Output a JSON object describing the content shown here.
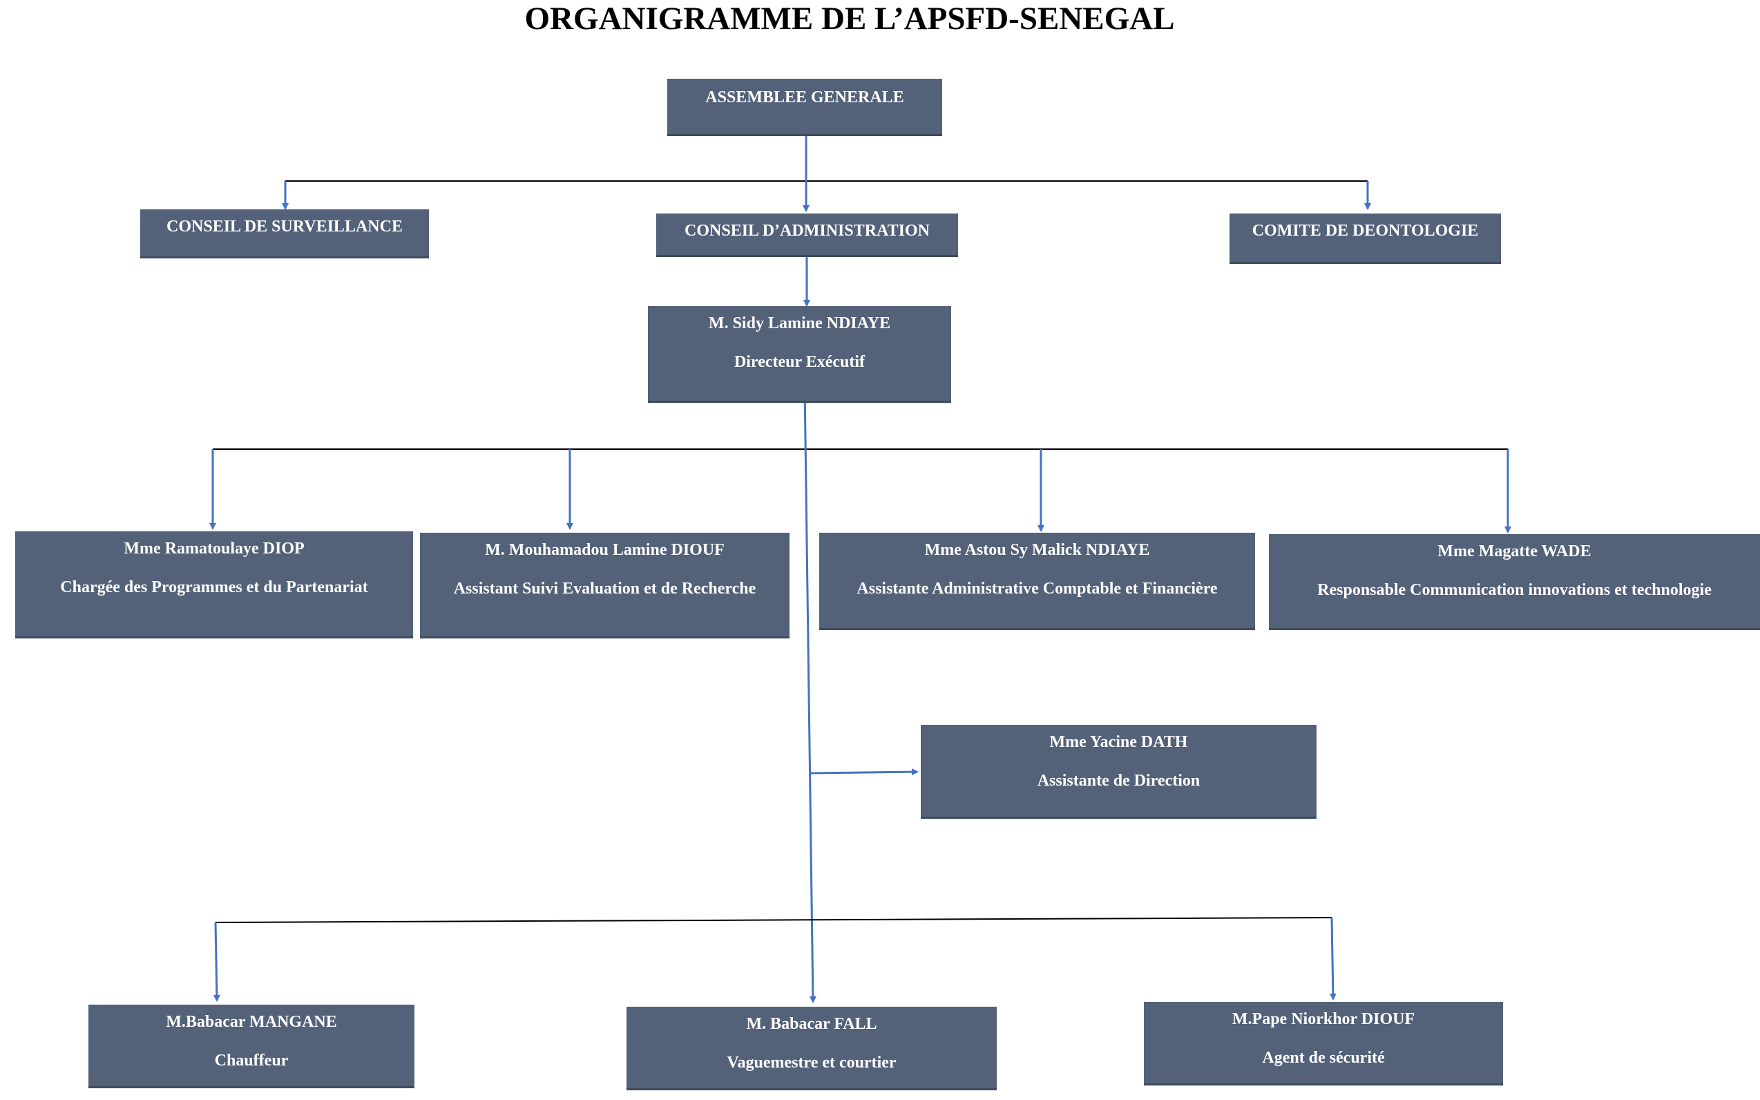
{
  "title": "ORGANIGRAMME DE L’APSFD-SENEGAL",
  "colors": {
    "box_fill": "#536179",
    "box_text": "#ffffff",
    "arrow": "#4472c4",
    "line": "#000000"
  },
  "nodes": {
    "assemblee": {
      "line1": "ASSEMBLEE GENERALE"
    },
    "surveillance": {
      "line1": "CONSEIL DE SURVEILLANCE"
    },
    "administration": {
      "line1": "CONSEIL D’ADMINISTRATION"
    },
    "deontologie": {
      "line1": "COMITE DE DEONTOLOGIE"
    },
    "directeur": {
      "line1": "M. Sidy Lamine NDIAYE",
      "line2": "Directeur Exécutif"
    },
    "diop": {
      "line1": "Mme Ramatoulaye DIOP",
      "line2": "Chargée des Programmes et du Partenariat"
    },
    "diouf_ml": {
      "line1": "M. Mouhamadou Lamine DIOUF",
      "line2": "Assistant Suivi Evaluation et de Recherche"
    },
    "ndiaye_a": {
      "line1": "Mme Astou Sy Malick NDIAYE",
      "line2": "Assistante Administrative Comptable et Financière"
    },
    "wade": {
      "line1": "Mme Magatte WADE",
      "line2": "Responsable Communication innovations et technologie"
    },
    "dath": {
      "line1": "Mme Yacine DATH",
      "line2": "Assistante de Direction"
    },
    "mangane": {
      "line1": "M.Babacar MANGANE",
      "line2": "Chauffeur"
    },
    "fall": {
      "line1": "M. Babacar FALL",
      "line2": "Vaguemestre et courtier"
    },
    "diouf_pn": {
      "line1": "M.Pape Niorkhor DIOUF",
      "line2": "Agent de sécurité"
    }
  }
}
